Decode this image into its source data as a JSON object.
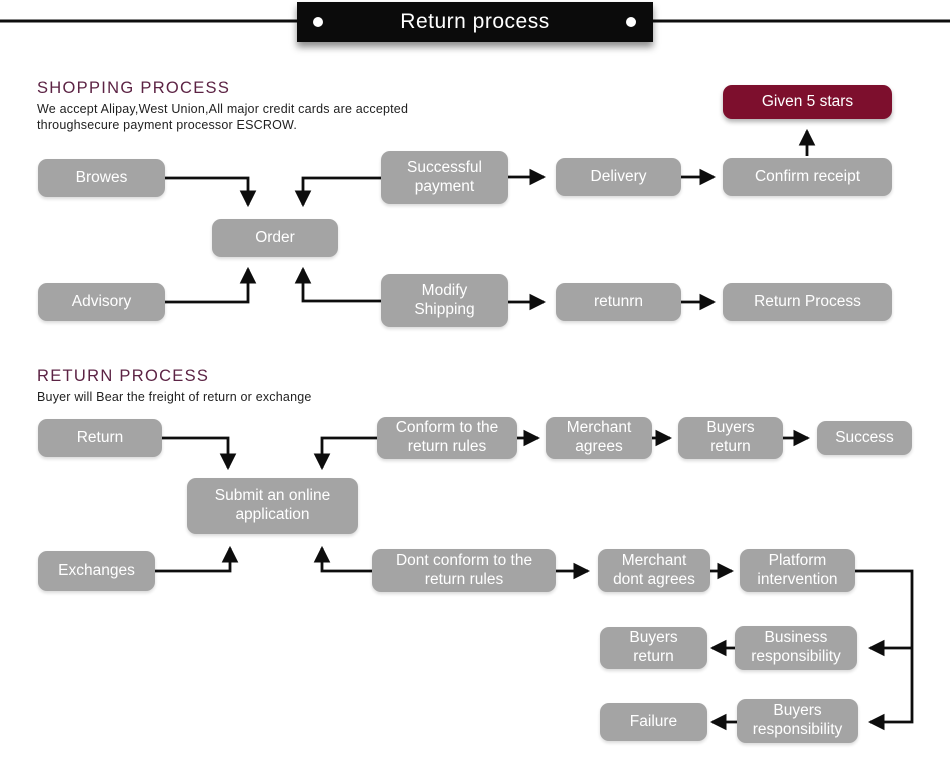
{
  "title_bar": {
    "title": "Return process"
  },
  "sections": {
    "shopping": {
      "heading": "SHOPPING PROCESS",
      "description_line1": "We accept Alipay,West Union,All major credit cards are accepted",
      "description_line2": "throughsecure payment processor ESCROW."
    },
    "return": {
      "heading": "RETURN PROCESS",
      "description_line1": "Buyer will Bear the freight of return or exchange"
    }
  },
  "nodes": {
    "given_5_stars": "Given 5 stars",
    "browes": "Browes",
    "successful_payment": "Successful\npayment",
    "delivery": "Delivery",
    "confirm_receipt": "Confirm receipt",
    "order": "Order",
    "advisory": "Advisory",
    "modify_shipping": "Modify\nShipping",
    "retunrn": "retunrn",
    "return_process": "Return Process",
    "return": "Return",
    "conform_rules": "Conform to the\nreturn rules",
    "merchant_agrees": "Merchant\nagrees",
    "buyers_return_top": "Buyers\nreturn",
    "success": "Success",
    "submit_application": "Submit an online\napplication",
    "exchanges": "Exchanges",
    "dont_conform_rules": "Dont conform to the\nreturn rules",
    "merchant_dont_agrees": "Merchant\ndont agrees",
    "platform_intervention": "Platform\nintervention",
    "buyers_return_bottom": "Buyers\nreturn",
    "business_responsibility": "Business\nresponsibility",
    "failure": "Failure",
    "buyers_responsibility": "Buyers\nresponsibility"
  },
  "colors": {
    "node_gray": "#a4a4a4",
    "highlight_maroon": "#7d0f2d",
    "heading_color": "#5c2344",
    "line_color": "#0d0d0d",
    "body_text": "#1f1f1f"
  }
}
